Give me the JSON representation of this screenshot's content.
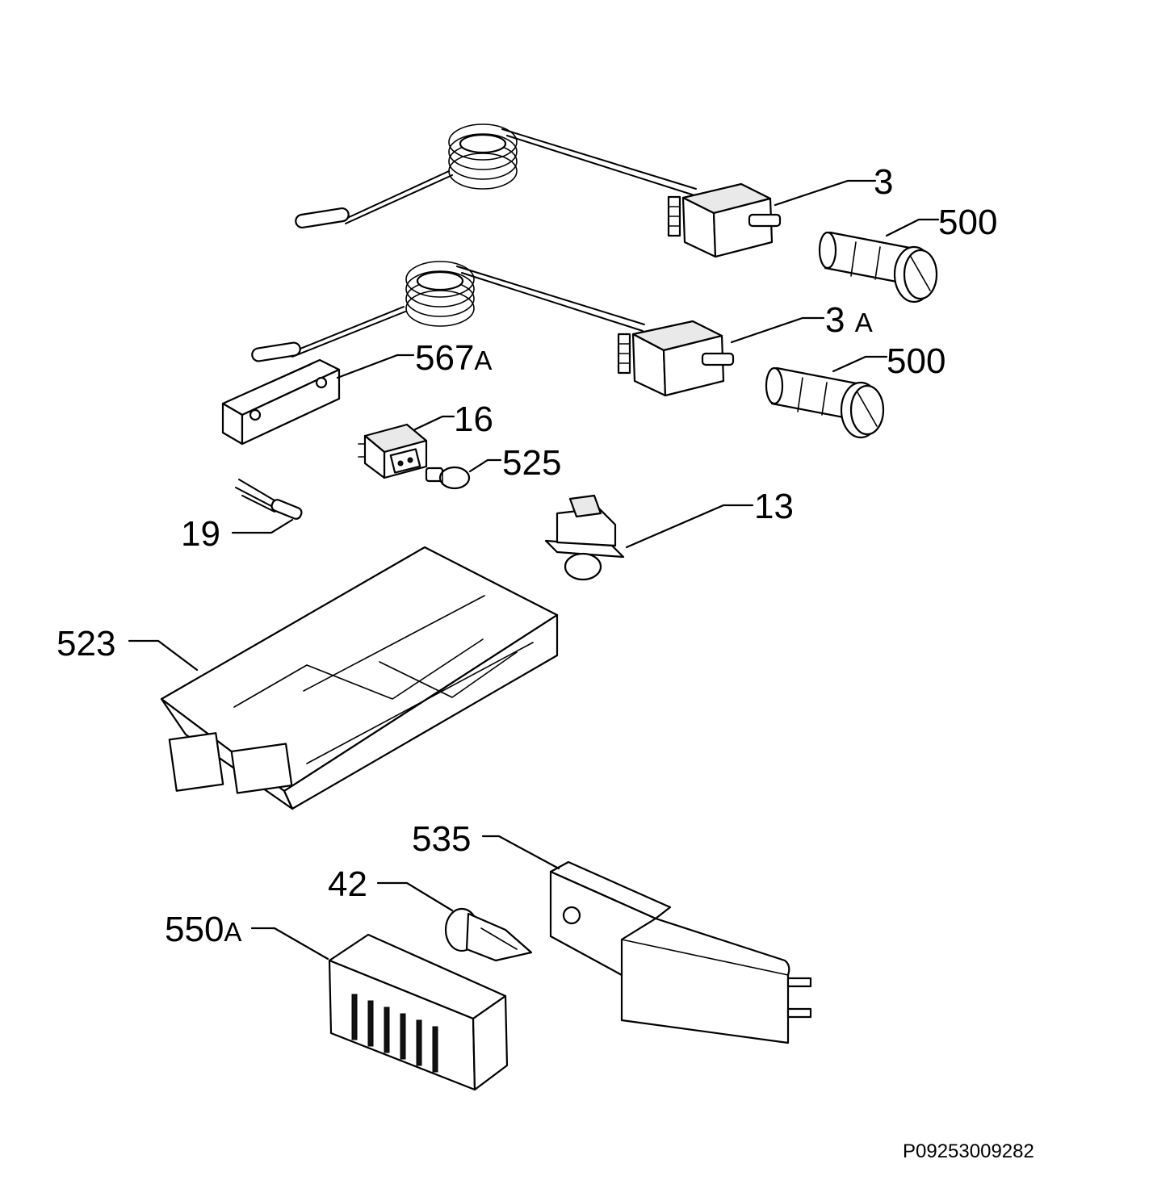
{
  "diagram": {
    "reference_code": "P09253009282",
    "callouts": [
      {
        "id": "3",
        "text": "3",
        "suffix": ""
      },
      {
        "id": "500a",
        "text": "500",
        "suffix": ""
      },
      {
        "id": "3A",
        "text": "3 ",
        "suffix": "A"
      },
      {
        "id": "500b",
        "text": "500",
        "suffix": ""
      },
      {
        "id": "567A",
        "text": "567",
        "suffix": "A"
      },
      {
        "id": "16",
        "text": "16",
        "suffix": ""
      },
      {
        "id": "525",
        "text": "525",
        "suffix": ""
      },
      {
        "id": "13",
        "text": "13",
        "suffix": ""
      },
      {
        "id": "19",
        "text": "19",
        "suffix": ""
      },
      {
        "id": "523",
        "text": "523",
        "suffix": ""
      },
      {
        "id": "535",
        "text": "535",
        "suffix": ""
      },
      {
        "id": "42",
        "text": "42",
        "suffix": ""
      },
      {
        "id": "550A",
        "text": "550",
        "suffix": "A"
      }
    ]
  }
}
